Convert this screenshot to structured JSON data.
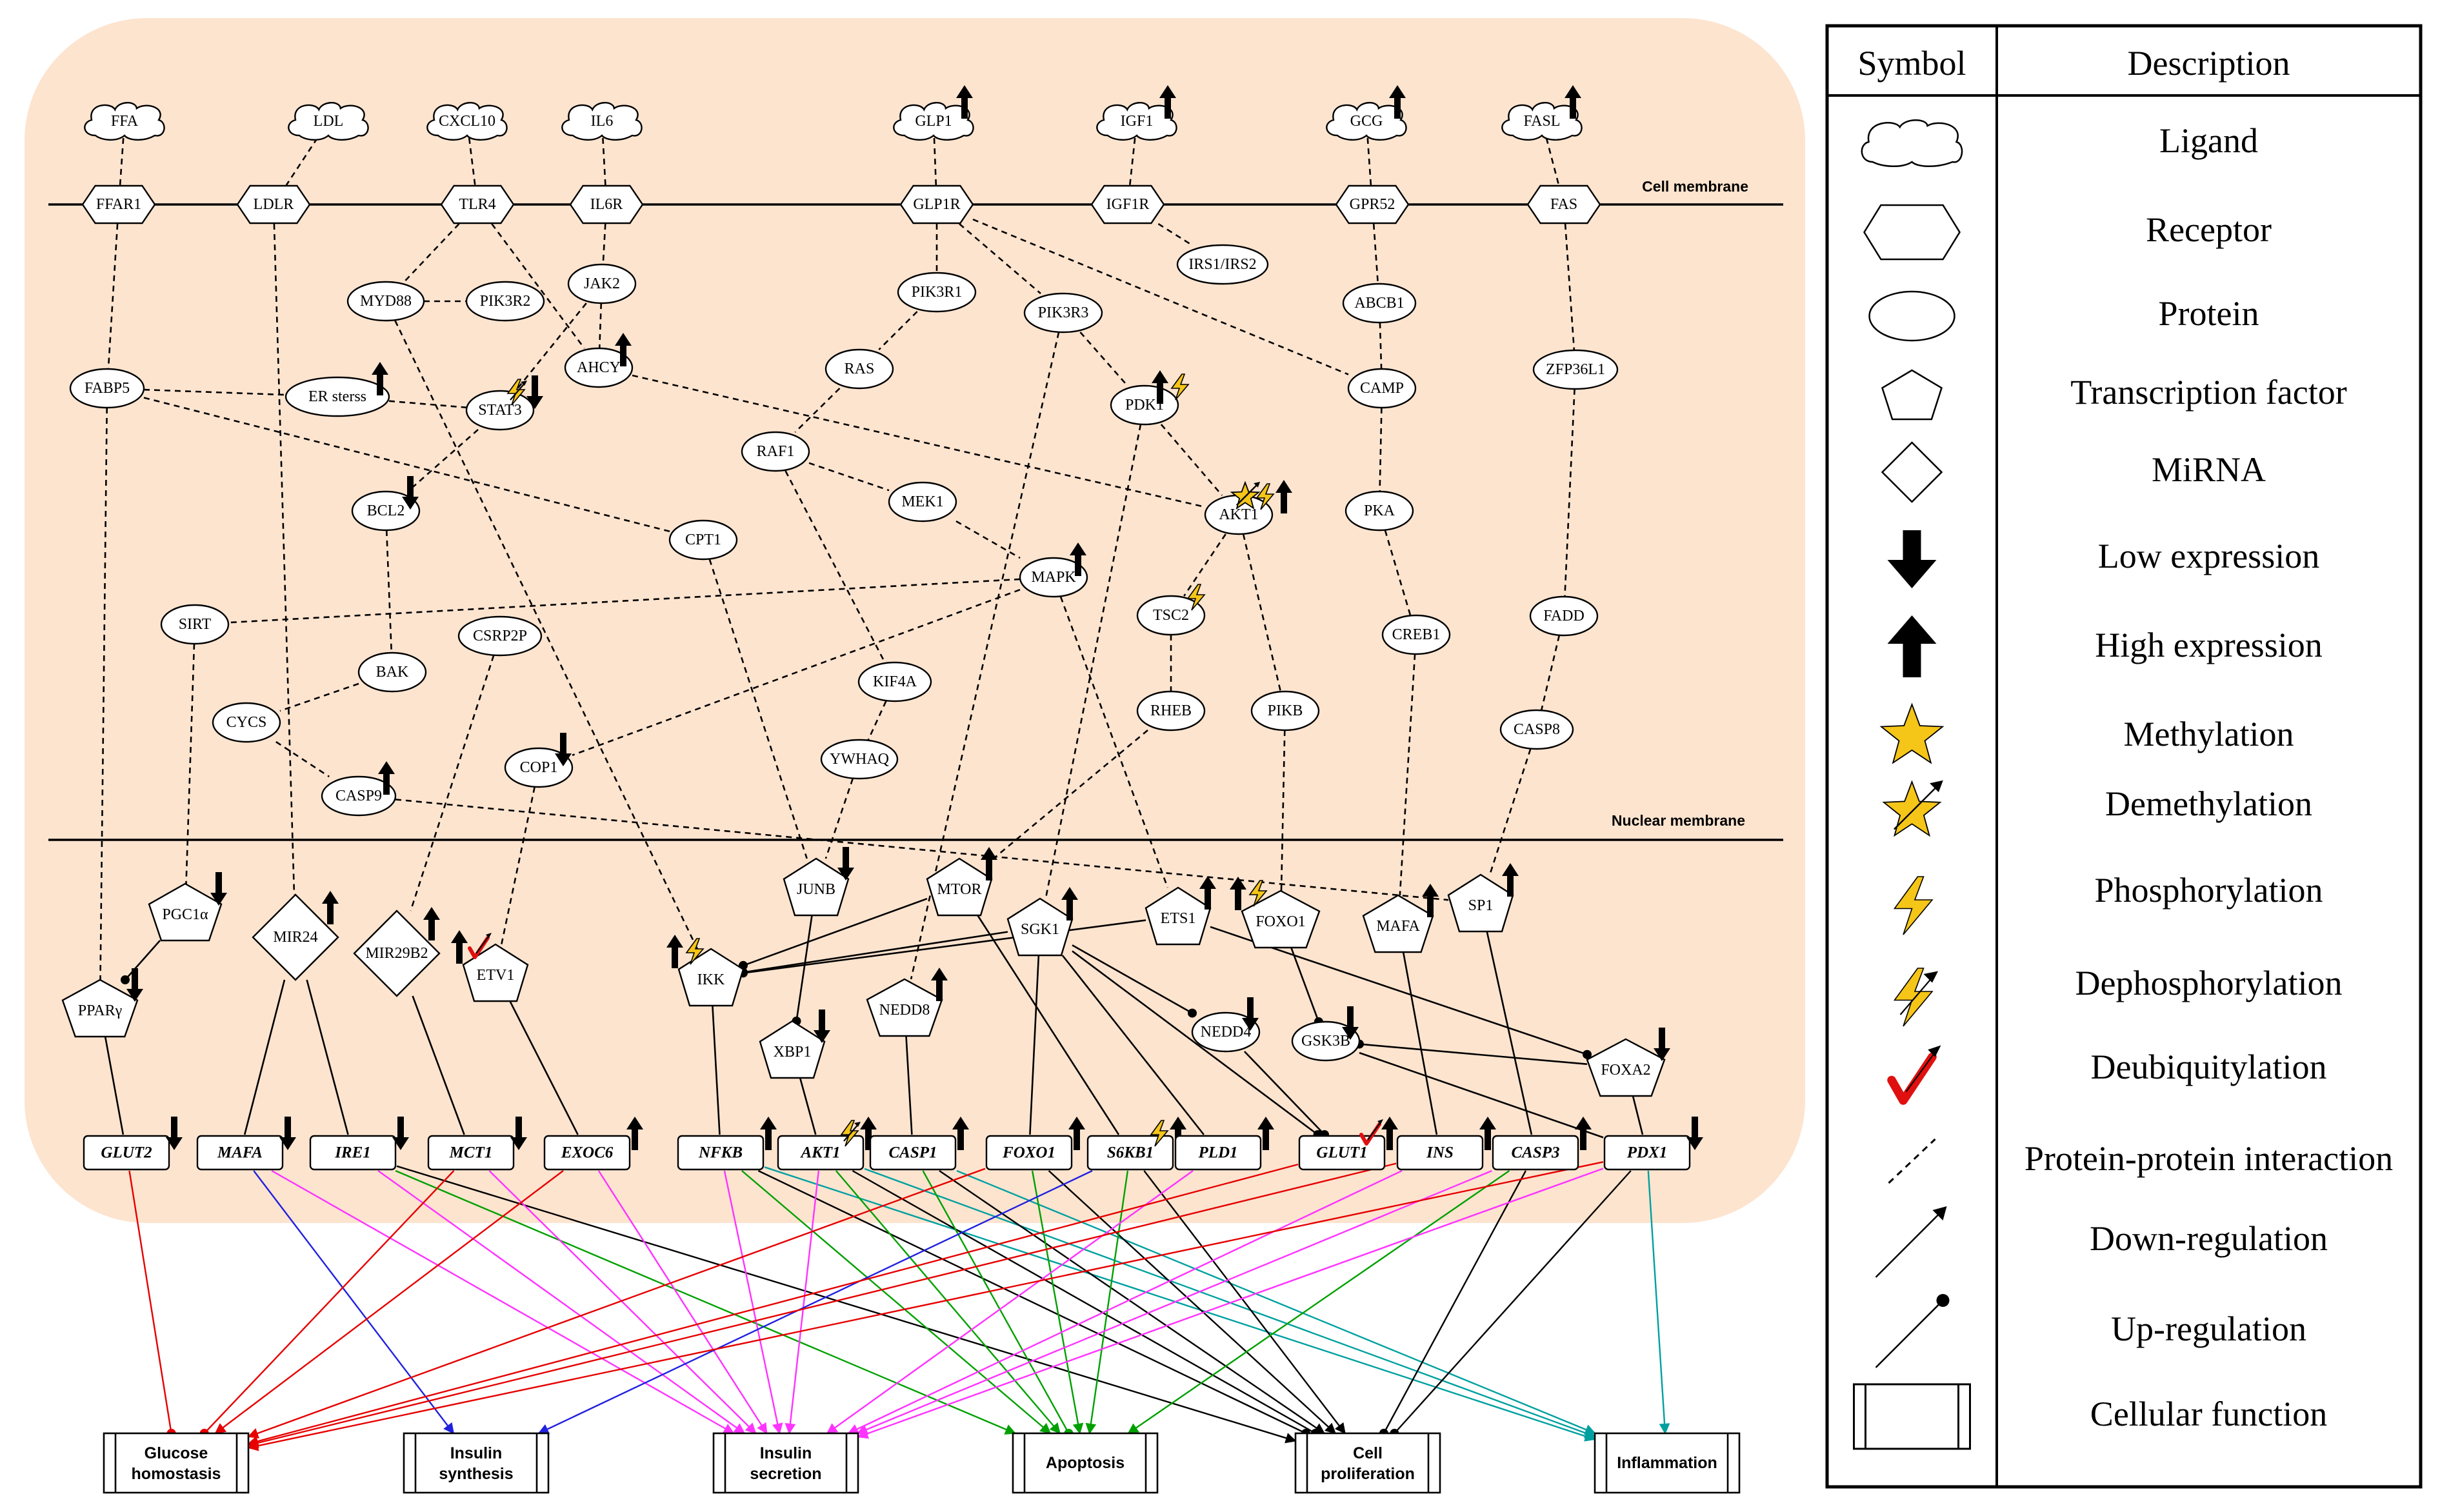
{
  "membranes": {
    "cell": "Cell membrane",
    "nuclear": "Nuclear membrane"
  },
  "ligands": [
    {
      "id": "FFA",
      "label": "FFA",
      "mark": null
    },
    {
      "id": "LDL",
      "label": "LDL",
      "mark": null
    },
    {
      "id": "CXCL10",
      "label": "CXCL10",
      "mark": null
    },
    {
      "id": "IL6",
      "label": "IL6",
      "mark": null
    },
    {
      "id": "GLP1",
      "label": "GLP1",
      "mark": "up"
    },
    {
      "id": "IGF1",
      "label": "IGF1",
      "mark": "up"
    },
    {
      "id": "GCG",
      "label": "GCG",
      "mark": "up"
    },
    {
      "id": "FASL",
      "label": "FASL",
      "mark": "up"
    }
  ],
  "receptors": [
    {
      "id": "FFAR1",
      "label": "FFAR1"
    },
    {
      "id": "LDLR",
      "label": "LDLR"
    },
    {
      "id": "TLR4",
      "label": "TLR4"
    },
    {
      "id": "IL6R",
      "label": "IL6R"
    },
    {
      "id": "GLP1R",
      "label": "GLP1R"
    },
    {
      "id": "IGF1R",
      "label": "IGF1R"
    },
    {
      "id": "GPR52",
      "label": "GPR52"
    },
    {
      "id": "FAS",
      "label": "FAS"
    }
  ],
  "proteins": [
    {
      "id": "MYD88",
      "label": "MYD88",
      "marks": []
    },
    {
      "id": "PIK3R2",
      "label": "PIK3R2",
      "marks": []
    },
    {
      "id": "JAK2",
      "label": "JAK2",
      "marks": []
    },
    {
      "id": "AHCY",
      "label": "AHCY",
      "marks": [
        "up"
      ]
    },
    {
      "id": "PIK3R1",
      "label": "PIK3R1",
      "marks": []
    },
    {
      "id": "IRS",
      "label": "IRS1/IRS2",
      "marks": []
    },
    {
      "id": "PIK3R3",
      "label": "PIK3R3",
      "marks": []
    },
    {
      "id": "ABCB1",
      "label": "ABCB1",
      "marks": []
    },
    {
      "id": "FABP5",
      "label": "FABP5",
      "marks": []
    },
    {
      "id": "ERS",
      "label": "ER sterss",
      "marks": [
        "up"
      ]
    },
    {
      "id": "STAT3",
      "label": "STAT3",
      "marks": [
        "dephos",
        "down"
      ]
    },
    {
      "id": "RAS",
      "label": "RAS",
      "marks": []
    },
    {
      "id": "PDK1",
      "label": "PDK1",
      "marks": [
        "up",
        "phos"
      ]
    },
    {
      "id": "CAMP",
      "label": "CAMP",
      "marks": []
    },
    {
      "id": "ZFP36L1",
      "label": "ZFP36L1",
      "marks": []
    },
    {
      "id": "RAF1",
      "label": "RAF1",
      "marks": []
    },
    {
      "id": "AKT1",
      "label": "AKT1",
      "marks": [
        "demeth",
        "phos",
        "up"
      ]
    },
    {
      "id": "BCL2",
      "label": "BCL2",
      "marks": [
        "down"
      ]
    },
    {
      "id": "MEK1",
      "label": "MEK1",
      "marks": []
    },
    {
      "id": "PKA",
      "label": "PKA",
      "marks": []
    },
    {
      "id": "CPT1",
      "label": "CPT1",
      "marks": []
    },
    {
      "id": "MAPK",
      "label": "MAPK",
      "marks": [
        "up"
      ]
    },
    {
      "id": "SIRT",
      "label": "SIRT",
      "marks": []
    },
    {
      "id": "TSC2",
      "label": "TSC2",
      "marks": [
        "phos"
      ]
    },
    {
      "id": "CSRP2P",
      "label": "CSRP2P",
      "marks": []
    },
    {
      "id": "CREB1",
      "label": "CREB1",
      "marks": []
    },
    {
      "id": "FADD",
      "label": "FADD",
      "marks": []
    },
    {
      "id": "BAK",
      "label": "BAK",
      "marks": []
    },
    {
      "id": "KIF4A",
      "label": "KIF4A",
      "marks": []
    },
    {
      "id": "CYCS",
      "label": "CYCS",
      "marks": []
    },
    {
      "id": "RHEB",
      "label": "RHEB",
      "marks": []
    },
    {
      "id": "PIKB",
      "label": "PIKB",
      "marks": []
    },
    {
      "id": "CASP8",
      "label": "CASP8",
      "marks": []
    },
    {
      "id": "YWHAQ",
      "label": "YWHAQ",
      "marks": []
    },
    {
      "id": "COP1",
      "label": "COP1",
      "marks": [
        "down"
      ]
    },
    {
      "id": "CASP9",
      "label": "CASP9",
      "marks": [
        "up"
      ]
    },
    {
      "id": "GSK3B",
      "label": "GSK3B",
      "marks": [
        "down"
      ]
    },
    {
      "id": "NEDD4",
      "label": "NEDD4",
      "marks": [
        "down"
      ]
    }
  ],
  "transcription_factors": [
    {
      "id": "PGC1A",
      "label": "PGC1α",
      "marks": [
        "down"
      ]
    },
    {
      "id": "PPARG",
      "label": "PPARγ",
      "marks": [
        "down"
      ]
    },
    {
      "id": "ETV1",
      "label": "ETV1",
      "marks": [
        "up",
        "deubiq"
      ]
    },
    {
      "id": "IKK",
      "label": "IKK",
      "marks": [
        "up",
        "phos"
      ]
    },
    {
      "id": "JUNB",
      "label": "JUNB",
      "marks": [
        "down"
      ]
    },
    {
      "id": "MTOR",
      "label": "MTOR",
      "marks": [
        "up"
      ]
    },
    {
      "id": "SGK1",
      "label": "SGK1",
      "marks": [
        "up"
      ]
    },
    {
      "id": "ETS1",
      "label": "ETS1",
      "marks": [
        "up"
      ]
    },
    {
      "id": "FOXO1TF",
      "label": "FOXO1",
      "marks": [
        "up",
        "phos"
      ]
    },
    {
      "id": "MAFATF",
      "label": "MAFA",
      "marks": [
        "up"
      ]
    },
    {
      "id": "SP1",
      "label": "SP1",
      "marks": [
        "up"
      ]
    },
    {
      "id": "XBP1",
      "label": "XBP1",
      "marks": [
        "down"
      ]
    },
    {
      "id": "NEDD8",
      "label": "NEDD8",
      "marks": [
        "up"
      ]
    },
    {
      "id": "FOXA2",
      "label": "FOXA2",
      "marks": [
        "down"
      ]
    }
  ],
  "mirnas": [
    {
      "id": "MIR24",
      "label": "MIR24",
      "marks": [
        "up"
      ]
    },
    {
      "id": "MIR29B2",
      "label": "MIR29B2",
      "marks": [
        "up"
      ]
    }
  ],
  "target_genes": [
    {
      "id": "G_GLUT2",
      "label": "GLUT2",
      "marks": [
        "down"
      ]
    },
    {
      "id": "G_MAFA",
      "label": "MAFA",
      "marks": [
        "down"
      ]
    },
    {
      "id": "G_IRE1",
      "label": "IRE1",
      "marks": [
        "down"
      ]
    },
    {
      "id": "G_MCT1",
      "label": "MCT1",
      "marks": [
        "down"
      ]
    },
    {
      "id": "G_EXOC6",
      "label": "EXOC6",
      "marks": [
        "up"
      ]
    },
    {
      "id": "G_NFKB",
      "label": "NFKB",
      "marks": [
        "up"
      ]
    },
    {
      "id": "G_AKT1",
      "label": "AKT1",
      "marks": [
        "dephos",
        "up"
      ]
    },
    {
      "id": "G_CASP1",
      "label": "CASP1",
      "marks": [
        "up"
      ]
    },
    {
      "id": "G_FOXO1",
      "label": "FOXO1",
      "marks": [
        "up"
      ]
    },
    {
      "id": "G_S6KB1",
      "label": "S6KB1",
      "marks": [
        "phos",
        "up"
      ]
    },
    {
      "id": "G_PLD1",
      "label": "PLD1",
      "marks": [
        "up"
      ]
    },
    {
      "id": "G_GLUT1",
      "label": "GLUT1",
      "marks": [
        "deubiq",
        "up"
      ]
    },
    {
      "id": "G_INS",
      "label": "INS",
      "marks": [
        "up"
      ]
    },
    {
      "id": "G_CASP3",
      "label": "CASP3",
      "marks": [
        "up"
      ]
    },
    {
      "id": "G_PDX1",
      "label": "PDX1",
      "marks": [
        "down"
      ]
    }
  ],
  "cellular_functions": [
    {
      "id": "F_GLUCOSE",
      "lines": [
        "Glucose",
        "homostasis"
      ]
    },
    {
      "id": "F_INSSYN",
      "lines": [
        "Insulin",
        "synthesis"
      ]
    },
    {
      "id": "F_INSSEC",
      "lines": [
        "Insulin",
        "secretion"
      ]
    },
    {
      "id": "F_APOP",
      "lines": [
        "Apoptosis"
      ]
    },
    {
      "id": "F_PROLIF",
      "lines": [
        "Cell",
        "proliferation"
      ]
    },
    {
      "id": "F_INFLAM",
      "lines": [
        "Inflammation"
      ]
    }
  ],
  "interactions": {
    "ppi": [
      [
        "FFA",
        "FFAR1"
      ],
      [
        "LDL",
        "LDLR"
      ],
      [
        "CXCL10",
        "TLR4"
      ],
      [
        "IL6",
        "IL6R"
      ],
      [
        "GLP1",
        "GLP1R"
      ],
      [
        "IGF1",
        "IGF1R"
      ],
      [
        "GCG",
        "GPR52"
      ],
      [
        "FASL",
        "FAS"
      ],
      [
        "FFAR1",
        "FABP5"
      ],
      [
        "FABP5",
        "PPARG"
      ],
      [
        "FABP5",
        "ERS"
      ],
      [
        "FABP5",
        "CPT1"
      ],
      [
        "ERS",
        "STAT3"
      ],
      [
        "LDLR",
        "MIR24"
      ],
      [
        "TLR4",
        "MYD88"
      ],
      [
        "TLR4",
        "AHCY"
      ],
      [
        "MYD88",
        "PIK3R2"
      ],
      [
        "MYD88",
        "IKK"
      ],
      [
        "IL6R",
        "JAK2"
      ],
      [
        "JAK2",
        "STAT3"
      ],
      [
        "JAK2",
        "AHCY"
      ],
      [
        "STAT3",
        "BCL2"
      ],
      [
        "AHCY",
        "AKT1"
      ],
      [
        "GLP1R",
        "PIK3R1"
      ],
      [
        "GLP1R",
        "PIK3R3"
      ],
      [
        "GLP1R",
        "CAMP"
      ],
      [
        "PIK3R1",
        "RAS"
      ],
      [
        "RAS",
        "RAF1"
      ],
      [
        "RAF1",
        "MEK1"
      ],
      [
        "MEK1",
        "MAPK"
      ],
      [
        "RAF1",
        "KIF4A"
      ],
      [
        "KIF4A",
        "YWHAQ"
      ],
      [
        "YWHAQ",
        "JUNB"
      ],
      [
        "CPT1",
        "JUNB"
      ],
      [
        "PIK3R3",
        "PDK1"
      ],
      [
        "PIK3R3",
        "NEDD8"
      ],
      [
        "PDK1",
        "AKT1"
      ],
      [
        "PDK1",
        "SGK1"
      ],
      [
        "IGF1R",
        "IRS"
      ],
      [
        "AKT1",
        "TSC2"
      ],
      [
        "AKT1",
        "PIKB"
      ],
      [
        "TSC2",
        "RHEB"
      ],
      [
        "RHEB",
        "MTOR"
      ],
      [
        "PIKB",
        "FOXO1TF"
      ],
      [
        "MAPK",
        "SIRT"
      ],
      [
        "MAPK",
        "COP1"
      ],
      [
        "MAPK",
        "ETS1"
      ],
      [
        "SIRT",
        "PGC1A"
      ],
      [
        "BCL2",
        "BAK"
      ],
      [
        "BAK",
        "CYCS"
      ],
      [
        "CYCS",
        "CASP9"
      ],
      [
        "CASP9",
        "SP1"
      ],
      [
        "CSRP2P",
        "MIR29B2"
      ],
      [
        "COP1",
        "ETV1"
      ],
      [
        "GPR52",
        "ABCB1"
      ],
      [
        "ABCB1",
        "CAMP"
      ],
      [
        "CAMP",
        "PKA"
      ],
      [
        "PKA",
        "CREB1"
      ],
      [
        "CREB1",
        "MAFATF"
      ],
      [
        "FAS",
        "ZFP36L1"
      ],
      [
        "ZFP36L1",
        "FADD"
      ],
      [
        "FADD",
        "CASP8"
      ],
      [
        "CASP8",
        "SP1"
      ]
    ],
    "up_regulation": [
      [
        "PGC1A",
        "PPARG"
      ],
      [
        "MTOR",
        "IKK"
      ],
      [
        "SGK1",
        "IKK"
      ],
      [
        "ETS1",
        "IKK"
      ],
      [
        "JUNB",
        "XBP1"
      ],
      [
        "SGK1",
        "NEDD4"
      ],
      [
        "FOXO1TF",
        "GSK3B"
      ],
      [
        "SGK1",
        "G_GLUT1"
      ],
      [
        "FOXA2",
        "GSK3B"
      ],
      [
        "NEDD4",
        "G_GLUT1"
      ],
      [
        "ETS1",
        "FOXA2"
      ]
    ],
    "down_regulation": [
      [
        "PPARG",
        "G_GLUT2"
      ],
      [
        "MIR24",
        "G_MAFA"
      ],
      [
        "MIR24",
        "G_IRE1"
      ],
      [
        "MIR29B2",
        "G_MCT1"
      ],
      [
        "ETV1",
        "G_EXOC6"
      ],
      [
        "IKK",
        "G_NFKB"
      ],
      [
        "XBP1",
        "G_AKT1"
      ],
      [
        "NEDD8",
        "G_CASP1"
      ],
      [
        "SGK1",
        "G_FOXO1"
      ],
      [
        "MTOR",
        "G_S6KB1"
      ],
      [
        "SGK1",
        "G_PLD1"
      ],
      [
        "MAFATF",
        "G_INS"
      ],
      [
        "SP1",
        "G_CASP3"
      ],
      [
        "GSK3B",
        "G_PDX1"
      ],
      [
        "FOXA2",
        "G_PDX1"
      ]
    ],
    "function_links": [
      [
        "G_GLUT2",
        "F_GLUCOSE",
        "#e60000",
        "dot"
      ],
      [
        "G_MAFA",
        "F_INSSYN",
        "#2020e0",
        "arrow"
      ],
      [
        "G_MAFA",
        "F_INSSEC",
        "#ff33ff",
        "arrow"
      ],
      [
        "G_IRE1",
        "F_INSSEC",
        "#ff33ff",
        "arrow"
      ],
      [
        "G_IRE1",
        "F_PROLIF",
        "#000000",
        "arrow"
      ],
      [
        "G_IRE1",
        "F_APOP",
        "#00a000",
        "arrow"
      ],
      [
        "G_MCT1",
        "F_GLUCOSE",
        "#e60000",
        "dot"
      ],
      [
        "G_MCT1",
        "F_INSSEC",
        "#ff33ff",
        "arrow"
      ],
      [
        "G_EXOC6",
        "F_GLUCOSE",
        "#e60000",
        "arrow"
      ],
      [
        "G_EXOC6",
        "F_INSSEC",
        "#ff33ff",
        "arrow"
      ],
      [
        "G_NFKB",
        "F_APOP",
        "#00a000",
        "arrow"
      ],
      [
        "G_NFKB",
        "F_INSSEC",
        "#ff33ff",
        "arrow"
      ],
      [
        "G_NFKB",
        "F_INFLAM",
        "#00a0a0",
        "arrow"
      ],
      [
        "G_NFKB",
        "F_PROLIF",
        "#000000",
        "dot"
      ],
      [
        "G_AKT1",
        "F_APOP",
        "#00a000",
        "arrow"
      ],
      [
        "G_AKT1",
        "F_PROLIF",
        "#000000",
        "dot"
      ],
      [
        "G_AKT1",
        "F_INFLAM",
        "#00a0a0",
        "arrow"
      ],
      [
        "G_AKT1",
        "F_INSSEC",
        "#ff33ff",
        "arrow"
      ],
      [
        "G_CASP1",
        "F_APOP",
        "#00a000",
        "dot"
      ],
      [
        "G_CASP1",
        "F_INFLAM",
        "#00a0a0",
        "arrow"
      ],
      [
        "G_CASP1",
        "F_PROLIF",
        "#000000",
        "arrow"
      ],
      [
        "G_FOXO1",
        "F_GLUCOSE",
        "#e60000",
        "arrow"
      ],
      [
        "G_FOXO1",
        "F_APOP",
        "#00a000",
        "arrow"
      ],
      [
        "G_FOXO1",
        "F_PROLIF",
        "#000000",
        "arrow"
      ],
      [
        "G_S6KB1",
        "F_INSSYN",
        "#2020e0",
        "arrow"
      ],
      [
        "G_S6KB1",
        "F_PROLIF",
        "#000000",
        "arrow"
      ],
      [
        "G_S6KB1",
        "F_APOP",
        "#00a000",
        "arrow"
      ],
      [
        "G_PLD1",
        "F_INSSEC",
        "#ff33ff",
        "arrow"
      ],
      [
        "G_GLUT1",
        "F_GLUCOSE",
        "#e60000",
        "arrow"
      ],
      [
        "G_INS",
        "F_GLUCOSE",
        "#e60000",
        "arrow"
      ],
      [
        "G_INS",
        "F_INSSEC",
        "#ff33ff",
        "arrow"
      ],
      [
        "G_CASP3",
        "F_APOP",
        "#00a000",
        "arrow"
      ],
      [
        "G_CASP3",
        "F_INSSEC",
        "#ff33ff",
        "arrow"
      ],
      [
        "G_CASP3",
        "F_PROLIF",
        "#000000",
        "dot"
      ],
      [
        "G_PDX1",
        "F_GLUCOSE",
        "#e60000",
        "arrow"
      ],
      [
        "G_PDX1",
        "F_INFLAM",
        "#00a0a0",
        "arrow"
      ],
      [
        "G_PDX1",
        "F_PROLIF",
        "#000000",
        "dot"
      ],
      [
        "G_PDX1",
        "F_INSSEC",
        "#ff33ff",
        "arrow"
      ]
    ]
  },
  "colors": {
    "cell_bg": "#fde4cf",
    "arrow_up": "#000000",
    "phospho_fill": "#f5c518",
    "deubiq": "#e01010"
  },
  "legend": {
    "header_symbol": "Symbol",
    "header_description": "Description",
    "rows": [
      {
        "symbol": "ligand",
        "text": "Ligand"
      },
      {
        "symbol": "receptor",
        "text": "Receptor"
      },
      {
        "symbol": "protein",
        "text": "Protein"
      },
      {
        "symbol": "tf",
        "text": "Transcription factor"
      },
      {
        "symbol": "mirna",
        "text": "MiRNA"
      },
      {
        "symbol": "low-expression",
        "text": "Low expression"
      },
      {
        "symbol": "high-expression",
        "text": "High expression"
      },
      {
        "symbol": "methylation",
        "text": "Methylation"
      },
      {
        "symbol": "demethylation",
        "text": "Demethylation"
      },
      {
        "symbol": "phosphorylation",
        "text": "Phosphorylation"
      },
      {
        "symbol": "dephosphorylation",
        "text": "Dephosphorylation"
      },
      {
        "symbol": "deubiquitylation",
        "text": "Deubiquitylation"
      },
      {
        "symbol": "ppi",
        "text": "Protein-protein interaction"
      },
      {
        "symbol": "down-regulation",
        "text": "Down-regulation"
      },
      {
        "symbol": "up-regulation",
        "text": "Up-regulation"
      },
      {
        "symbol": "cellular-function",
        "text": "Cellular function"
      }
    ]
  }
}
